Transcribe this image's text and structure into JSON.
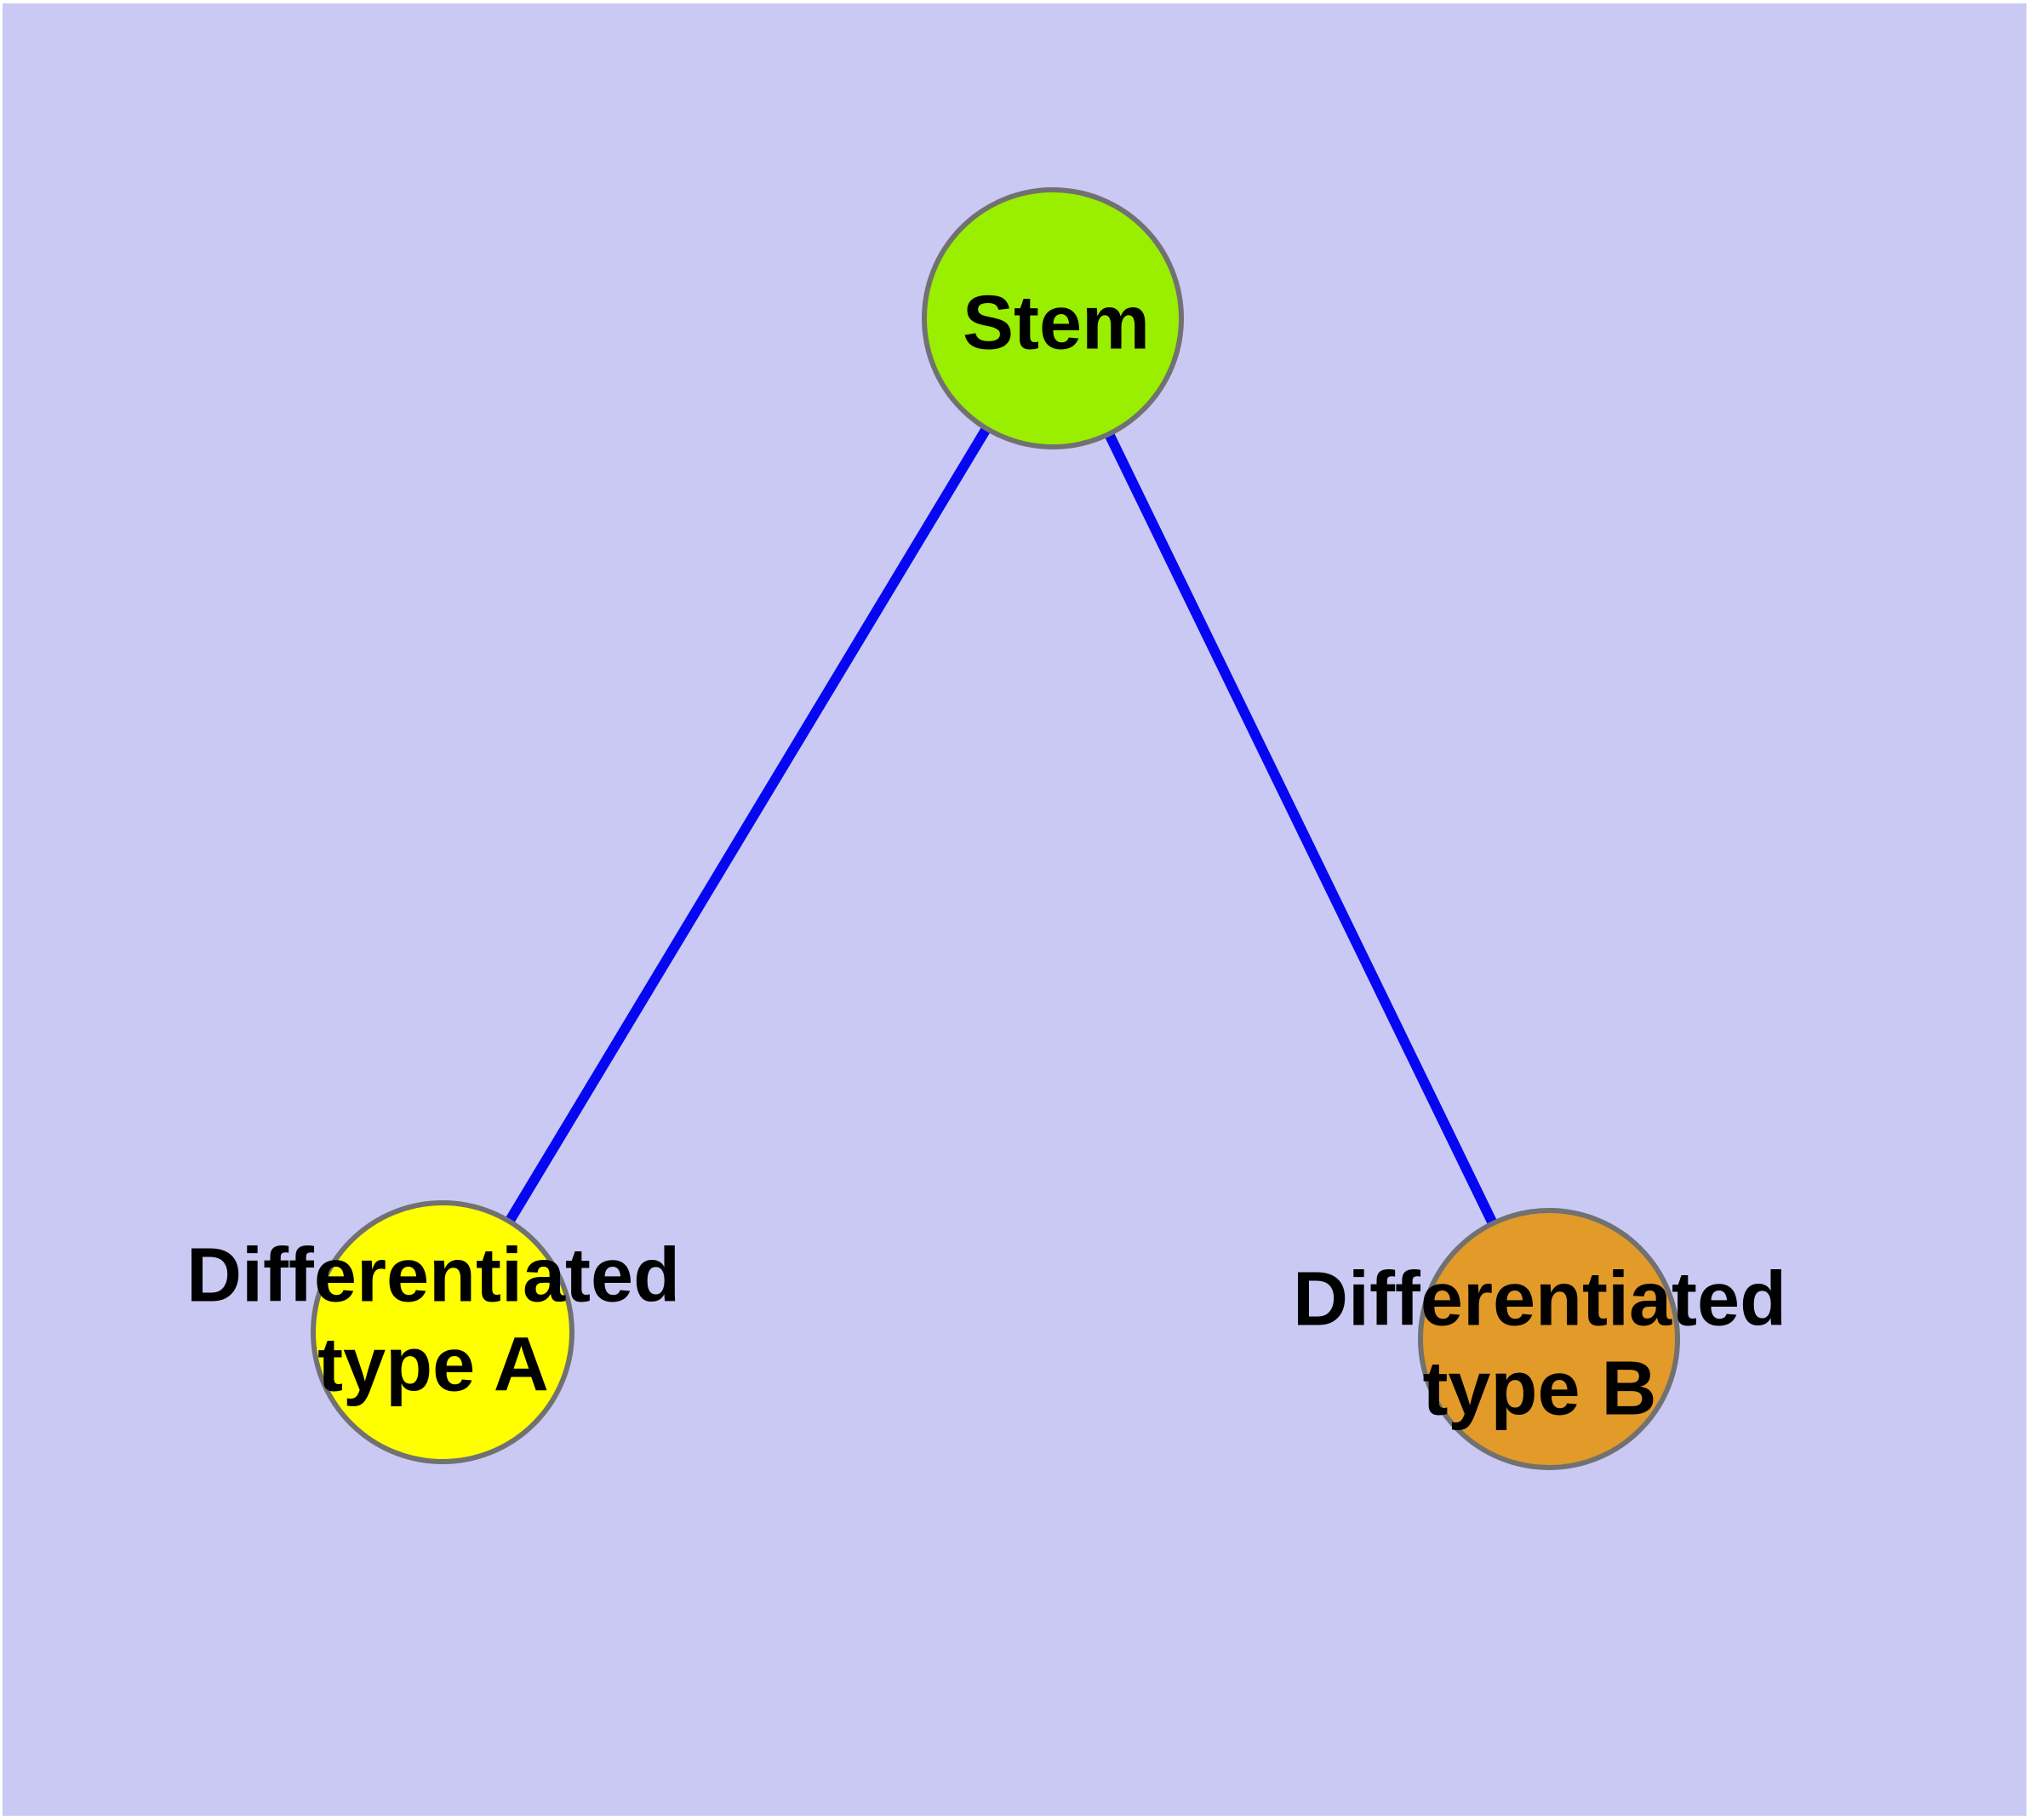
{
  "diagram": {
    "type": "node-link-graph",
    "background_color": "#C9C9F3",
    "edge_color": "#0606F2",
    "node_border_color": "#717171",
    "nodes": [
      {
        "id": "stem",
        "label": "Stem",
        "fill": "#9AEE00"
      },
      {
        "id": "type-a",
        "label": "Differentiated\ntype A",
        "fill": "#FFFF00"
      },
      {
        "id": "type-b",
        "label": "Differentiated\ntype B",
        "fill": "#E29A29"
      }
    ],
    "edges": [
      {
        "from": "Stem",
        "to": "Differentiated type A"
      },
      {
        "from": "Stem",
        "to": "Differentiated type B"
      }
    ]
  }
}
